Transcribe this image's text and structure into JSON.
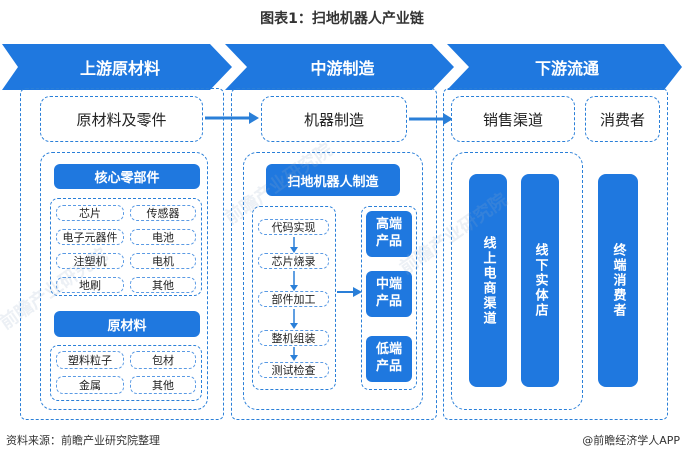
{
  "title": "图表1：扫地机器人产业链",
  "stages": {
    "upstream": "上游原材料",
    "midstream": "中游制造",
    "downstream": "下游流通"
  },
  "upstream": {
    "header": "原材料及零件",
    "core_parts_title": "核心零部件",
    "core_parts": [
      "芯片",
      "传感器",
      "电子元器件",
      "电池",
      "注塑机",
      "电机",
      "地刷",
      "其他"
    ],
    "raw_materials_title": "原材料",
    "raw_materials": [
      "塑料粒子",
      "包材",
      "金属",
      "其他"
    ]
  },
  "midstream": {
    "header": "机器制造",
    "process_title": "扫地机器人制造",
    "steps": [
      "代码实现",
      "芯片烧录",
      "部件加工",
      "整机组装",
      "测试检查"
    ],
    "products": [
      "高端\n产品",
      "中端\n产品",
      "低端\n产品"
    ]
  },
  "downstream": {
    "sales_header": "销售渠道",
    "consumer_header": "消费者",
    "channels": [
      "线上电商渠道",
      "线下实体店"
    ],
    "consumer": "终端消费者"
  },
  "footer": {
    "source": "资料来源：前瞻产业研究院整理",
    "brand": "@前瞻经济学人APP"
  },
  "watermarks": [
    "前瞻产业研究院",
    "前瞻产业研究院",
    "前瞻产业研究院"
  ],
  "colors": {
    "accent": "#1f78df",
    "dashed_border": "#2a7fd8",
    "arrow_band": "#1f78df"
  }
}
